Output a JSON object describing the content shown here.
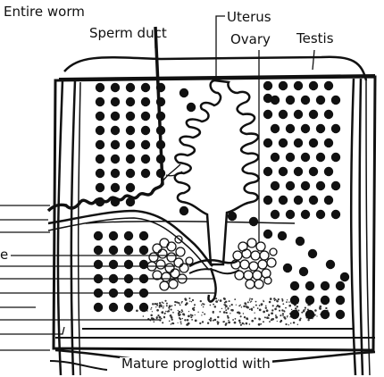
{
  "labels": {
    "entire_worm": "Entire worm",
    "sperm_duct": "Sperm duct",
    "uterus": "Uterus",
    "ovary": "Ovary",
    "testis": "Testis",
    "left_edge_letter": "e",
    "mature_proglottid": "Mature proglottid with"
  },
  "colors": {
    "ink": "#111111",
    "paper": "#ffffff"
  }
}
